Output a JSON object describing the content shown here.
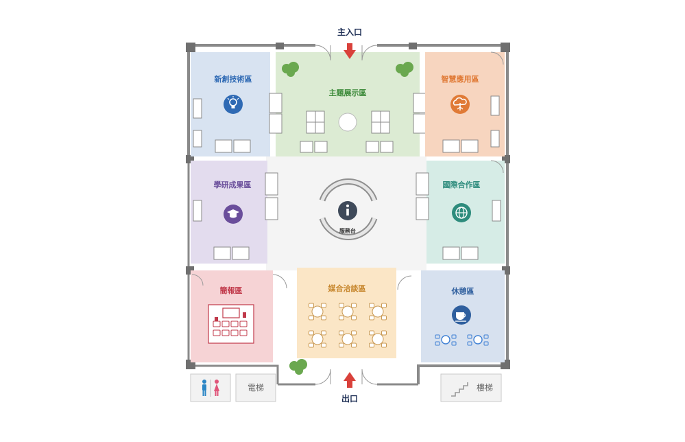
{
  "signs": {
    "main_entrance": "主入口",
    "exit": "出口"
  },
  "zones": {
    "innovation": {
      "label": "新創技術區",
      "icon": "lightbulb-icon",
      "color": "#2f6ab4",
      "fill": "#d8e3f1"
    },
    "theme": {
      "label": "主題展示區",
      "icon": "",
      "color": "#3d8a3a",
      "fill": "#dcebd3"
    },
    "smart": {
      "label": "智慧應用區",
      "icon": "cloud-tree-icon",
      "color": "#e07a36",
      "fill": "#f7d5bf"
    },
    "research": {
      "label": "學研成果區",
      "icon": "graduation-cap-icon",
      "color": "#6a4e9b",
      "fill": "#e3dcee"
    },
    "international": {
      "label": "國際合作區",
      "icon": "globe-icon",
      "color": "#2e8c7d",
      "fill": "#d6ece6"
    },
    "briefing": {
      "label": "簡報區",
      "icon": "presentation-icon",
      "color": "#c0394a",
      "fill": "#f6d3d5"
    },
    "matchmaking": {
      "label": "媒合洽談區",
      "icon": "",
      "color": "#c7872e",
      "fill": "#fbe6c6"
    },
    "lounge": {
      "label": "休憩區",
      "icon": "coffee-icon",
      "color": "#2f5f9e",
      "fill": "#d7e1ef"
    }
  },
  "service_desk": {
    "label": "服務台",
    "icon": "info-icon"
  },
  "utilities": {
    "restroom": {
      "icon": "restroom-icon"
    },
    "elevator": {
      "label": "電梯"
    },
    "stairs": {
      "label": "樓梯",
      "icon": "stairs-icon"
    }
  }
}
